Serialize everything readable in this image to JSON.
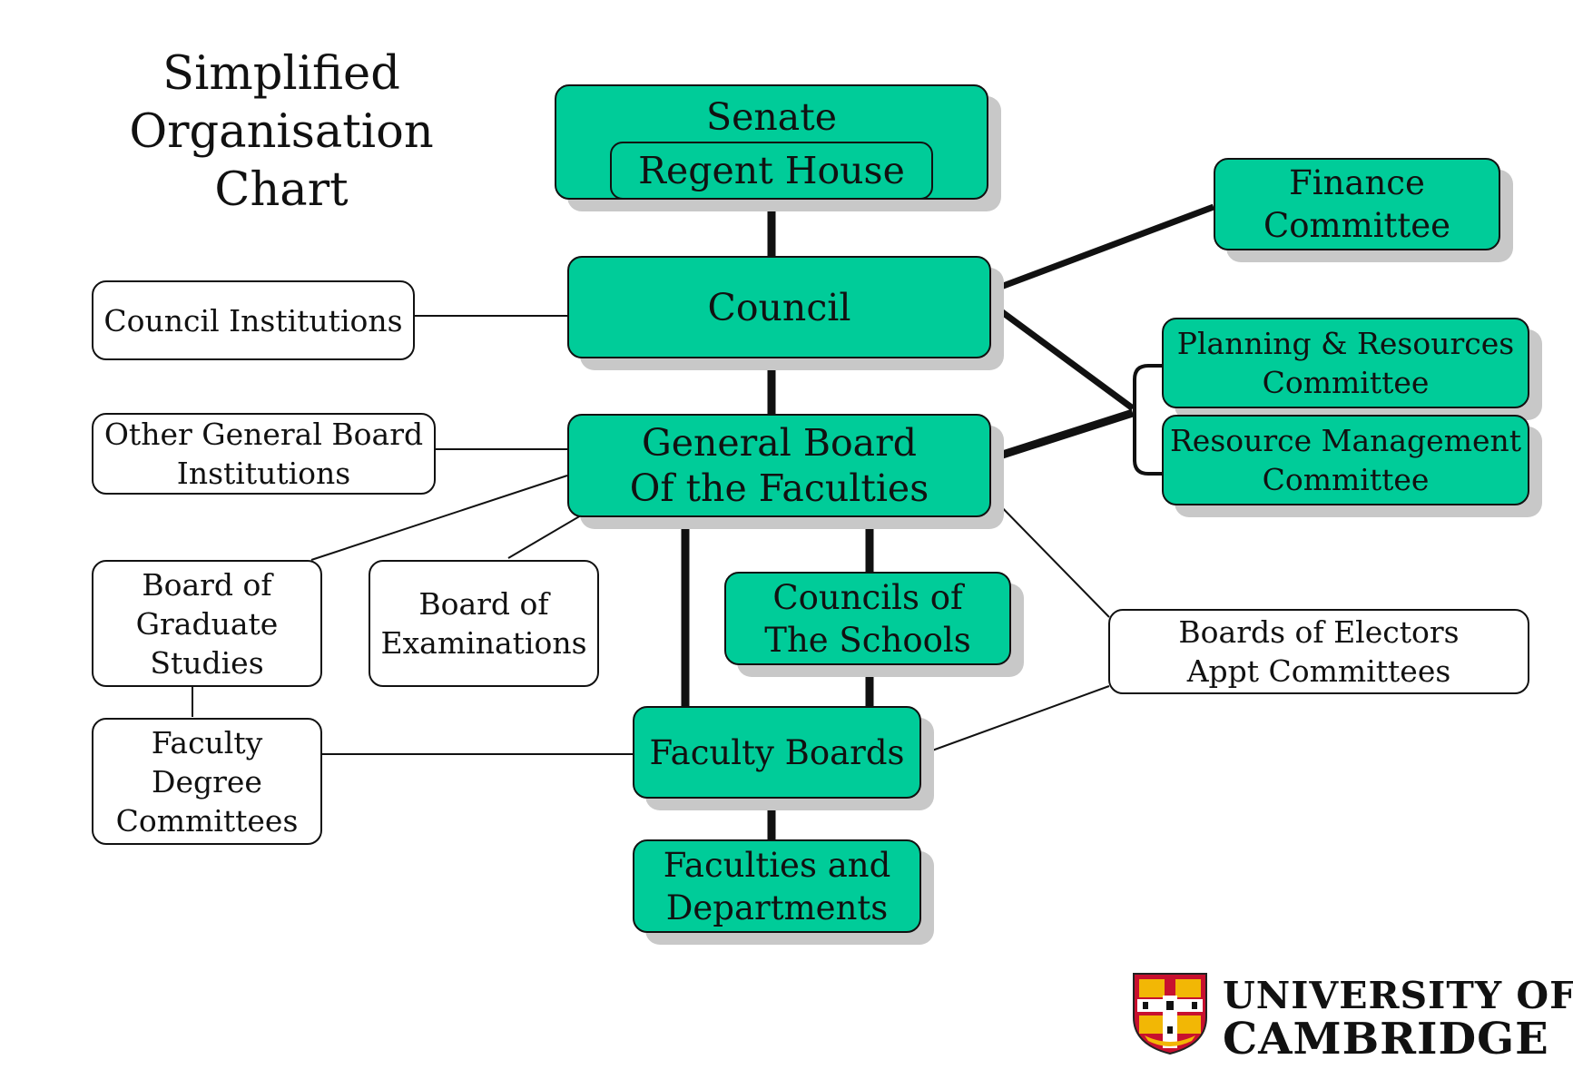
{
  "title": [
    "Simplified",
    "Organisation",
    "Chart"
  ],
  "senate": {
    "label": "Senate",
    "inner": "Regent House"
  },
  "council": [
    "Council"
  ],
  "finance": [
    "Finance",
    "Committee"
  ],
  "planning": [
    "Planning & Resources",
    "Committee"
  ],
  "resource": [
    "Resource Management",
    "Committee"
  ],
  "general_board": [
    "General Board",
    "Of the Faculties"
  ],
  "council_institutions": [
    "Council Institutions"
  ],
  "other_gb": [
    "Other General Board",
    "Institutions"
  ],
  "graduate": [
    "Board of",
    "Graduate",
    "Studies"
  ],
  "examinations": [
    "Board of",
    "Examinations"
  ],
  "schools": [
    "Councils of",
    "The Schools"
  ],
  "electors": [
    "Boards of Electors",
    "Appt Committees"
  ],
  "faculty_boards": [
    "Faculty Boards"
  ],
  "degree_committees": [
    "Faculty",
    "Degree",
    "Committees"
  ],
  "faculties": [
    "Faculties and",
    "Departments"
  ],
  "logo": {
    "line1": "UNIVERSITY OF",
    "line2": "CAMBRIDGE"
  },
  "colors": {
    "box_fill": "#00cc99",
    "border": "#111111",
    "shadow": "#c8c8c8",
    "crest_red": "#c8102e",
    "crest_gold": "#f2b705"
  }
}
